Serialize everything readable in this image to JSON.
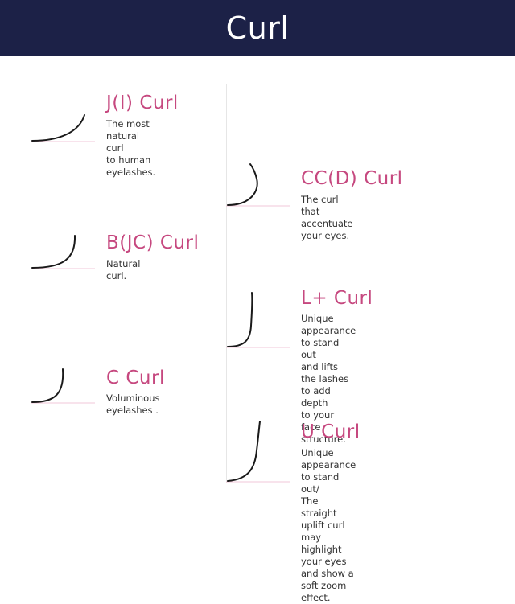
{
  "header": {
    "title": "Curl"
  },
  "colors": {
    "header_bg": "#1c2147",
    "accent": "#c6487f",
    "baseline": "#f2c7d8",
    "lash": "#1a1a1a"
  },
  "curls": [
    {
      "name": "J(I) Curl",
      "desc": "The most natural curl\nto human eyelashes."
    },
    {
      "name": "CC(D) Curl",
      "desc": "The curl that accentuate your eyes."
    },
    {
      "name": "B(JC) Curl",
      "desc": "Natural curl."
    },
    {
      "name": "L+ Curl",
      "desc": "Unique appearance to stand out\nand lifts the lashes to add depth\nto your face structure."
    },
    {
      "name": "C Curl",
      "desc": "Voluminous eyelashes ."
    },
    {
      "name": "U Curl",
      "desc": "Unique appearance to stand out/\nThe straight uplift curl may highlight\nyour eyes and show a soft zoom effect."
    }
  ]
}
